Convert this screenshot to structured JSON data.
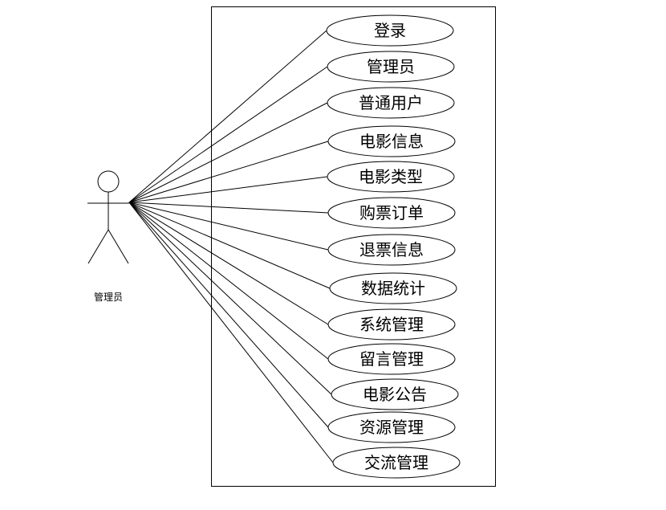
{
  "actor": {
    "name": "管理员",
    "icon": "stick-figure-icon"
  },
  "use_cases": [
    "登录",
    "管理员",
    "普通用户",
    "电影信息",
    "电影类型",
    "购票订单",
    "退票信息",
    "数据统计",
    "系统管理",
    "留言管理",
    "电影公告",
    "资源管理",
    "交流管理"
  ],
  "colors": {
    "line": "#000000",
    "fill": "#ffffff"
  }
}
